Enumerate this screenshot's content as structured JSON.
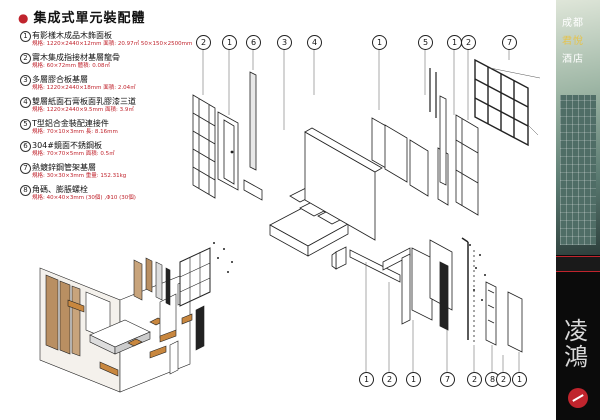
{
  "title": "集成式單元裝配體",
  "legend": [
    {
      "num": "1",
      "title": "有影樣木成品木飾面板",
      "spec": "規格: 1220×2440×12mm 面積: 20.97㎡ 50×150×2500mm"
    },
    {
      "num": "2",
      "title": "實木集成指接材基層龍骨",
      "spec": "規格: 60×72mm 體積: 0.08㎥"
    },
    {
      "num": "3",
      "title": "多層膠合板基層",
      "spec": "規格: 1220×2440×18mm 面積: 2.04㎡"
    },
    {
      "num": "4",
      "title": "雙層紙面石膏板面乳膠漆三道",
      "spec": "規格: 1220×2440×9.5mm 面積: 3.9㎡"
    },
    {
      "num": "5",
      "title": "T型鋁合金裝配連接件",
      "spec": "規格: 70×10×3mm 長: 8.16mm"
    },
    {
      "num": "6",
      "title": "304#鏡面不銹鋼板",
      "spec": "規格: 70×70×5mm 面積: 0.5㎡"
    },
    {
      "num": "7",
      "title": "熱鍍鋅鋼管架基層",
      "spec": "規格: 30×30×3mm 重量: 152.31kg"
    },
    {
      "num": "8",
      "title": "角碼、膨脹螺栓",
      "spec": "規格: 40×40×3mm (30個) ,Φ10 (30個)"
    }
  ],
  "callouts": {
    "top": [
      "2",
      "1",
      "6",
      "3",
      "4",
      "1",
      "5",
      "1",
      "2",
      "7"
    ],
    "bottom": [
      "1",
      "2",
      "1",
      "7",
      "2",
      "8",
      "2",
      "1"
    ]
  },
  "sidebar": {
    "line1": "成都",
    "line2": "君悅",
    "line3": "酒店",
    "logo": "凌鴻"
  },
  "colors": {
    "accent": "#c0242d",
    "sidebar_bg": "#0b0b0b"
  }
}
